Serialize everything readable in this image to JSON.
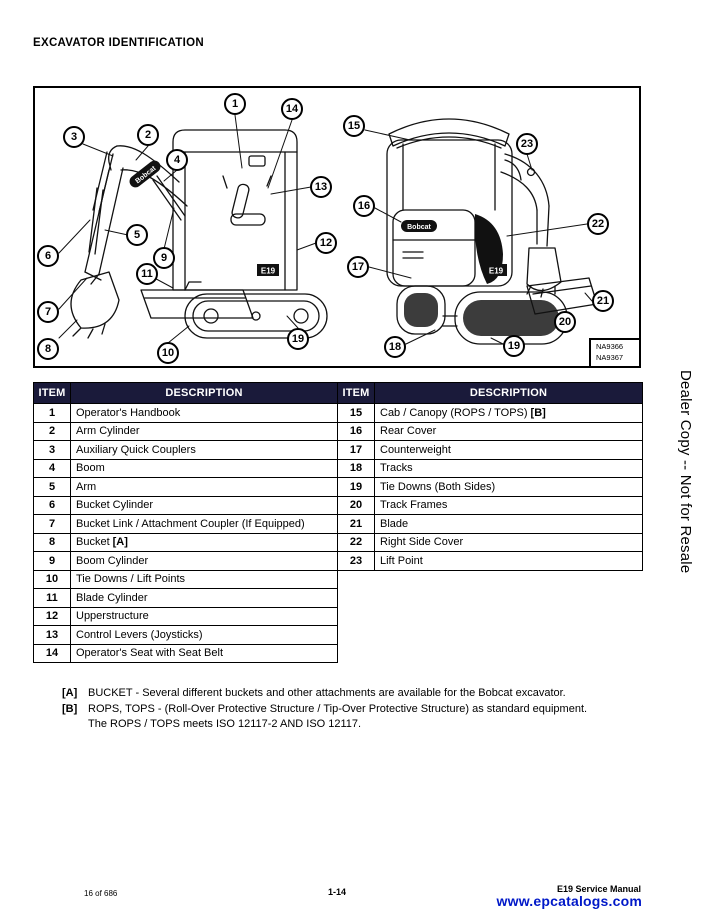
{
  "page": {
    "title": "EXCAVATOR IDENTIFICATION",
    "side_note": "Dealer Copy -- Not for Resale",
    "footer": {
      "sheet": "16 of 686",
      "page_number": "1-14",
      "manual_title": "E19 Service Manual",
      "website": "www.epcatalogs.com"
    }
  },
  "figure": {
    "brand": "Bobcat",
    "model": "E19",
    "refs": [
      "NA9366",
      "NA9367"
    ],
    "callouts": {
      "c1": "1",
      "c2": "2",
      "c3": "3",
      "c4": "4",
      "c5": "5",
      "c6": "6",
      "c7": "7",
      "c8": "8",
      "c9": "9",
      "c10": "10",
      "c11": "11",
      "c12": "12",
      "c13": "13",
      "c14": "14",
      "c15": "15",
      "c16": "16",
      "c17": "17",
      "c18": "18",
      "c19a": "19",
      "c19b": "19",
      "c20": "20",
      "c21": "21",
      "c22": "22",
      "c23": "23"
    }
  },
  "table": {
    "headers": {
      "item": "ITEM",
      "description": "DESCRIPTION"
    },
    "left_rows": [
      {
        "item": "1",
        "desc": "Operator's Handbook"
      },
      {
        "item": "2",
        "desc": "Arm Cylinder"
      },
      {
        "item": "3",
        "desc": "Auxiliary Quick Couplers"
      },
      {
        "item": "4",
        "desc": "Boom"
      },
      {
        "item": "5",
        "desc": "Arm"
      },
      {
        "item": "6",
        "desc": "Bucket Cylinder"
      },
      {
        "item": "7",
        "desc": "Bucket Link / Attachment Coupler (If Equipped)"
      },
      {
        "item": "8",
        "desc": "Bucket",
        "tag": "[A]"
      },
      {
        "item": "9",
        "desc": "Boom Cylinder"
      },
      {
        "item": "10",
        "desc": "Tie Downs / Lift Points"
      },
      {
        "item": "11",
        "desc": "Blade Cylinder"
      },
      {
        "item": "12",
        "desc": "Upperstructure"
      },
      {
        "item": "13",
        "desc": "Control Levers (Joysticks)"
      },
      {
        "item": "14",
        "desc": "Operator's Seat with Seat Belt"
      }
    ],
    "right_rows": [
      {
        "item": "15",
        "desc": "Cab / Canopy (ROPS / TOPS)",
        "tag": "[B]"
      },
      {
        "item": "16",
        "desc": "Rear Cover"
      },
      {
        "item": "17",
        "desc": "Counterweight"
      },
      {
        "item": "18",
        "desc": "Tracks"
      },
      {
        "item": "19",
        "desc": "Tie Downs (Both Sides)"
      },
      {
        "item": "20",
        "desc": "Track Frames"
      },
      {
        "item": "21",
        "desc": "Blade"
      },
      {
        "item": "22",
        "desc": "Right Side Cover"
      },
      {
        "item": "23",
        "desc": "Lift Point"
      }
    ]
  },
  "footnotes": [
    {
      "tag": "[A]",
      "text": "BUCKET - Several different buckets and other attachments are available for the Bobcat excavator."
    },
    {
      "tag": "[B]",
      "text": "ROPS, TOPS - (Roll-Over Protective Structure / Tip-Over Protective Structure) as standard equipment."
    },
    {
      "tag": "",
      "text": "The ROPS / TOPS meets ISO 12117-2 AND ISO 12117."
    }
  ],
  "colors": {
    "table_header_bg": "#1a1a3a",
    "link_blue": "#0018c8"
  }
}
